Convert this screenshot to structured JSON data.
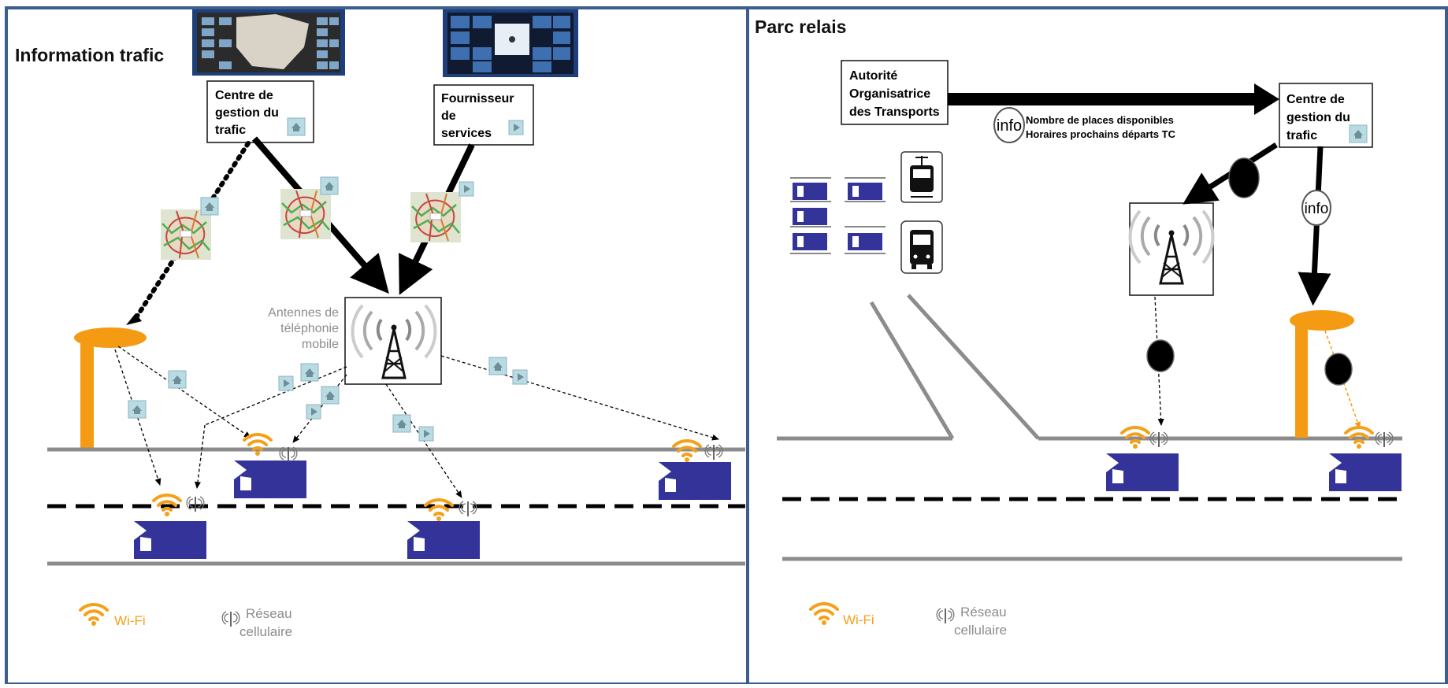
{
  "left_panel": {
    "title": "Information trafic",
    "boxes": {
      "traffic_center": [
        "Centre de",
        "gestion du",
        "trafic"
      ],
      "service_provider": [
        "Fournisseur",
        "de",
        "services"
      ]
    },
    "antenna_label": [
      "Antennes de",
      "téléphonie",
      "mobile"
    ],
    "legend": {
      "wifi": "Wi-Fi",
      "cellular": [
        "Réseau",
        "cellulaire"
      ]
    }
  },
  "right_panel": {
    "title": "Parc relais",
    "boxes": {
      "transport_authority": [
        "Autorité",
        "Organisatrice",
        "des Transports"
      ],
      "traffic_center": [
        "Centre de",
        "gestion du",
        "trafic"
      ]
    },
    "info_badge": "info",
    "info_lines": [
      "Nombre de places disponibles",
      "Horaires prochains départs TC"
    ],
    "legend": {
      "wifi": "Wi-Fi",
      "cellular": [
        "Réseau",
        "cellulaire"
      ]
    }
  },
  "colors": {
    "panel_border": "#3b5e8e",
    "car_blue": "#33339a",
    "wifi_orange": "#f5a01a",
    "pole_orange": "#f59b13",
    "road_gray": "#8c8c8c",
    "antenna_label_gray": "#8c8c8c",
    "legend_gray": "#8c8c8c",
    "map_tile_bg": "#dfe4d0",
    "mini_icon_bg": "#b9dbe3"
  },
  "icons": [
    "wifi-icon",
    "cellular-antenna-icon",
    "car-icon",
    "tram-icon",
    "bus-icon",
    "home-icon",
    "play-icon",
    "map-thumbnail",
    "info-badge-icon",
    "monitor-screen-image"
  ]
}
